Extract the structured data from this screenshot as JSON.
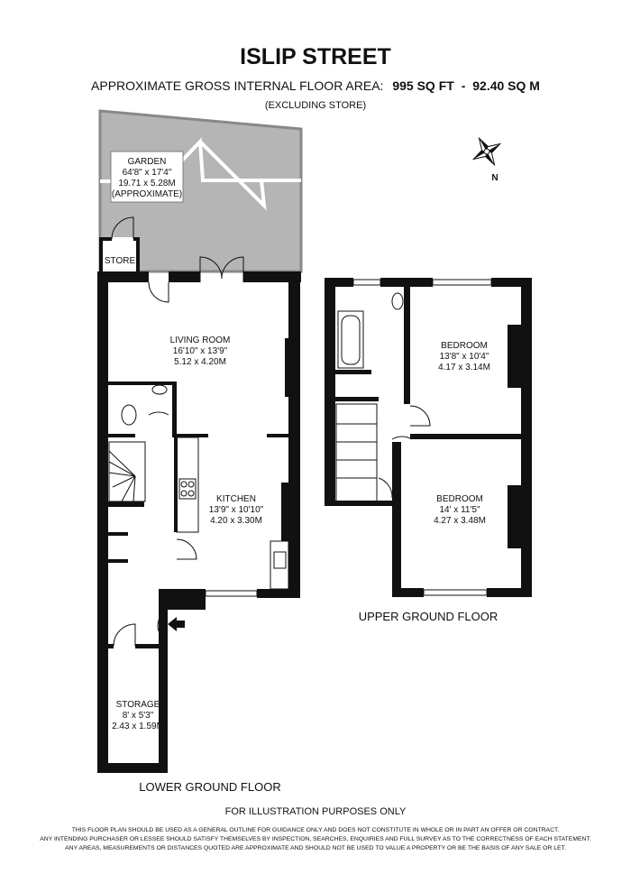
{
  "header": {
    "title": "ISLIP STREET",
    "area_label": "APPROXIMATE GROSS INTERNAL FLOOR AREA:",
    "area_sqft": "995 SQ FT",
    "area_sep": "-",
    "area_sqm": "92.40 SQ M",
    "area_note": "(EXCLUDING STORE)"
  },
  "compass": {
    "north_label": "N"
  },
  "colors": {
    "garden_fill": "#b5b5b5",
    "wall": "#111111"
  },
  "lower_ground_floor": {
    "label": "LOWER GROUND FLOOR",
    "garden": {
      "name": "GARDEN",
      "imperial": "64'8\" x 17'4\"",
      "metric": "19.71 x 5.28M",
      "note": "(APPROXIMATE)"
    },
    "store": {
      "name": "STORE"
    },
    "living_room": {
      "name": "LIVING ROOM",
      "imperial": "16'10\" x 13'9\"",
      "metric": "5.12 x 4.20M"
    },
    "kitchen": {
      "name": "KITCHEN",
      "imperial": "13'9\" x 10'10\"",
      "metric": "4.20 x 3.30M"
    },
    "storage": {
      "name": "STORAGE",
      "imperial": "8' x 5'3\"",
      "metric": "2.43 x 1.59M"
    }
  },
  "upper_ground_floor": {
    "label": "UPPER GROUND FLOOR",
    "bedroom_1": {
      "name": "BEDROOM",
      "imperial": "13'8\" x 10'4\"",
      "metric": "4.17 x 3.14M"
    },
    "bedroom_2": {
      "name": "BEDROOM",
      "imperial": "14' x 11'5\"",
      "metric": "4.27 x 3.48M"
    }
  },
  "footer": {
    "illustration": "FOR ILLUSTRATION PURPOSES ONLY",
    "disclaimer": [
      "THIS FLOOR PLAN SHOULD BE USED AS A GENERAL OUTLINE FOR GUIDANCE ONLY AND DOES NOT CONSTITUTE IN WHOLE OR IN PART AN OFFER OR CONTRACT.",
      "ANY INTENDING PURCHASER OR LESSEE SHOULD SATISFY THEMSELVES BY INSPECTION, SEARCHES, ENQUIRIES AND FULL SURVEY AS TO THE CORRECTNESS OF EACH STATEMENT.",
      "ANY AREAS, MEASUREMENTS OR DISTANCES QUOTED ARE APPROXIMATE AND SHOULD NOT BE USED TO VALUE A PROPERTY OR BE THE BASIS OF ANY SALE OR LET."
    ]
  }
}
